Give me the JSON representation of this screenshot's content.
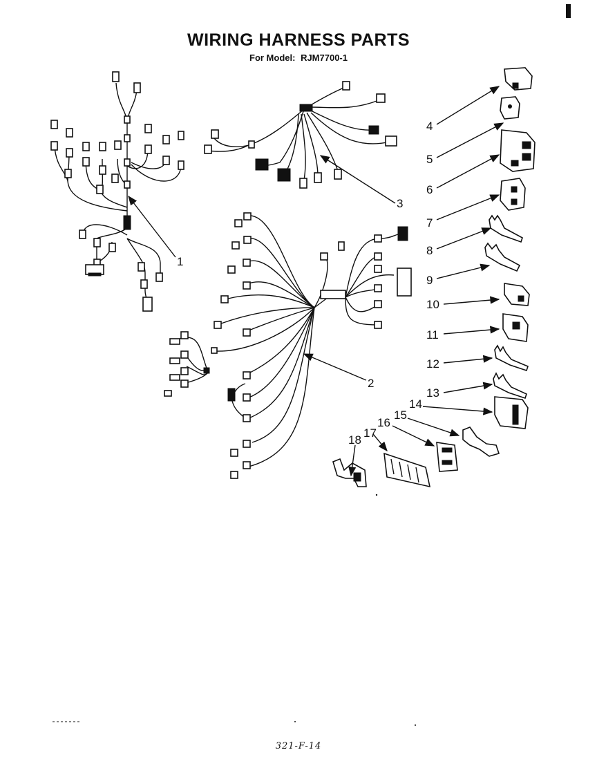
{
  "title": "WIRING HARNESS PARTS",
  "model": {
    "prefix": "For Model:",
    "number": "RJM7700-1"
  },
  "callouts": [
    "1",
    "2",
    "3",
    "4",
    "5",
    "6",
    "7",
    "8",
    "9",
    "10",
    "11",
    "12",
    "13",
    "14",
    "15",
    "16",
    "17",
    "18"
  ],
  "footer": "321-F-14"
}
